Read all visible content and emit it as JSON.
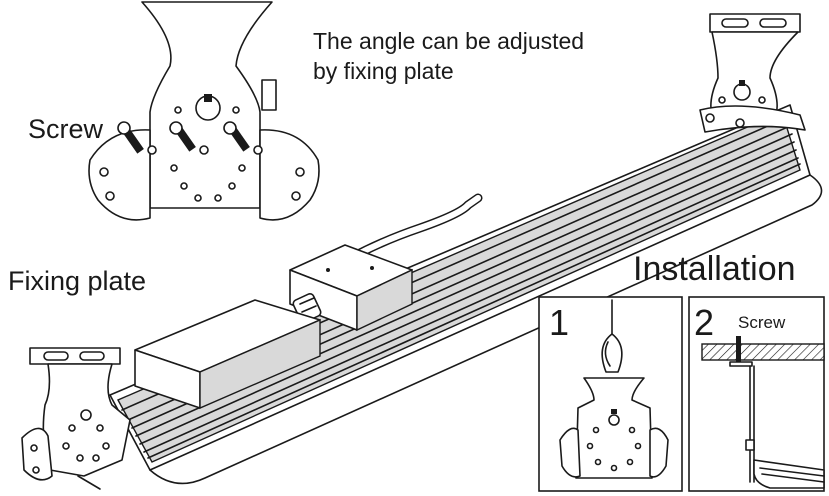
{
  "labels": {
    "angle_note_line1": "The angle can be adjusted",
    "angle_note_line2": "by fixing plate",
    "screw": "Screw",
    "fixing_plate": "Fixing plate",
    "installation": "Installation",
    "step1_number": "1",
    "step2_number": "2",
    "step2_screw": "Screw"
  }
}
